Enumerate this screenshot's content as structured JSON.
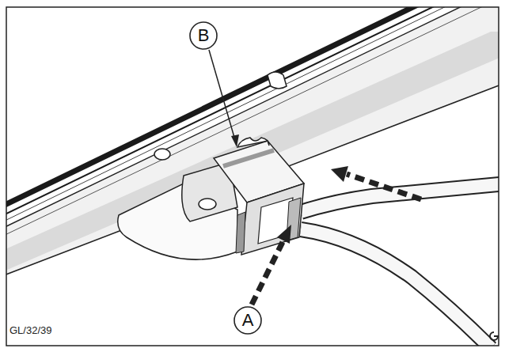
{
  "diagram": {
    "nodes": [
      {
        "text": [
          "B"
        ]
      },
      {
        "text": [
          "A"
        ]
      }
    ],
    "labels": [
      "GL/32/39"
    ]
  }
}
